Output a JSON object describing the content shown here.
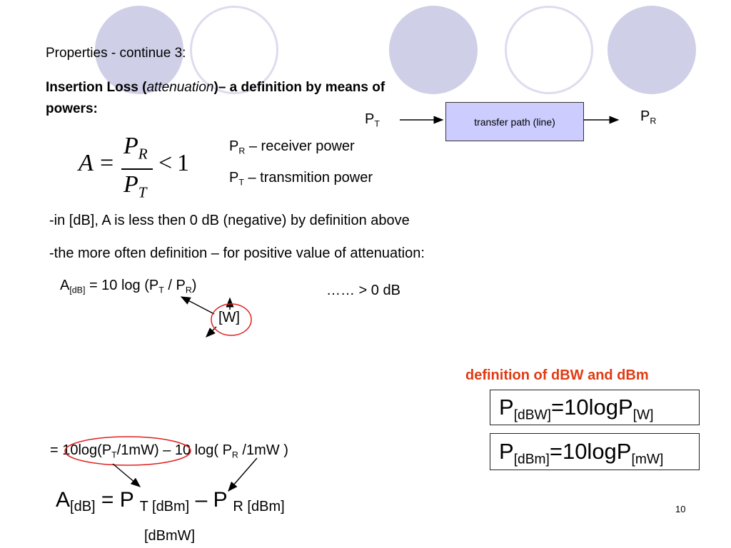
{
  "header": {
    "properties": "Properties  - continue 3:",
    "title_bold_1": "Insertion Loss (",
    "title_italic": "attenuation",
    "title_bold_2": ")– a definition by means of",
    "title_bold_3": "powers:"
  },
  "diagram": {
    "pt": "P",
    "pt_sub": "T",
    "box_label": "transfer path (line)",
    "pr": "P",
    "pr_sub": "R"
  },
  "formula": {
    "lhs": "A",
    "eq": "=",
    "num": "P",
    "num_sub": "R",
    "den": "P",
    "den_sub": "T",
    "lt": "<",
    "one": "1"
  },
  "legend": {
    "pr": "P",
    "pr_sub": "R",
    "pr_text": " – receiver power",
    "pt": "P",
    "pt_sub": "T",
    "pt_text": " – transmition power"
  },
  "body": {
    "line1": "-in [dB], A is less then 0 dB (negative) by definition  above",
    "line2": "-the more often definition – for positive value of attenuation:"
  },
  "eq1": {
    "a": "A",
    "a_sub": "[dB]",
    "mid": " = 10 log (P",
    "t_sub": "T",
    "slash": " / P",
    "r_sub": "R",
    "close": ")",
    "right": "…… >  0 dB",
    "unit": "[W]"
  },
  "red_title": "definition of dBW and dBm",
  "def_dbw": {
    "p": "P",
    "sub1": "[dBW]",
    "mid": "=10logP",
    "sub2": "[W]"
  },
  "def_dbm": {
    "p": "P",
    "sub1": "[dBm]",
    "mid": "=10logP",
    "sub2": "[mW]"
  },
  "eq2": {
    "start": "= 10log(P",
    "t_sub": "T",
    "mid": "/1mW) – 10 log( P",
    "r_sub": "R",
    "end": " /1mW )"
  },
  "eq3": {
    "a": "A",
    "a_sub": "[dB]",
    "eq": " = P ",
    "t_sub": "T [dBm]",
    "minus": " – P ",
    "r_sub": "R [dBm]"
  },
  "unit_dbmw": "[dBmW]",
  "page_number": "10",
  "colors": {
    "circle_fill": "#cfcfe8",
    "circle_ring": "#dcdcef",
    "box_fill": "#ccccff",
    "accent_red": "#e03b12",
    "ellipse_red": "#e02020"
  }
}
